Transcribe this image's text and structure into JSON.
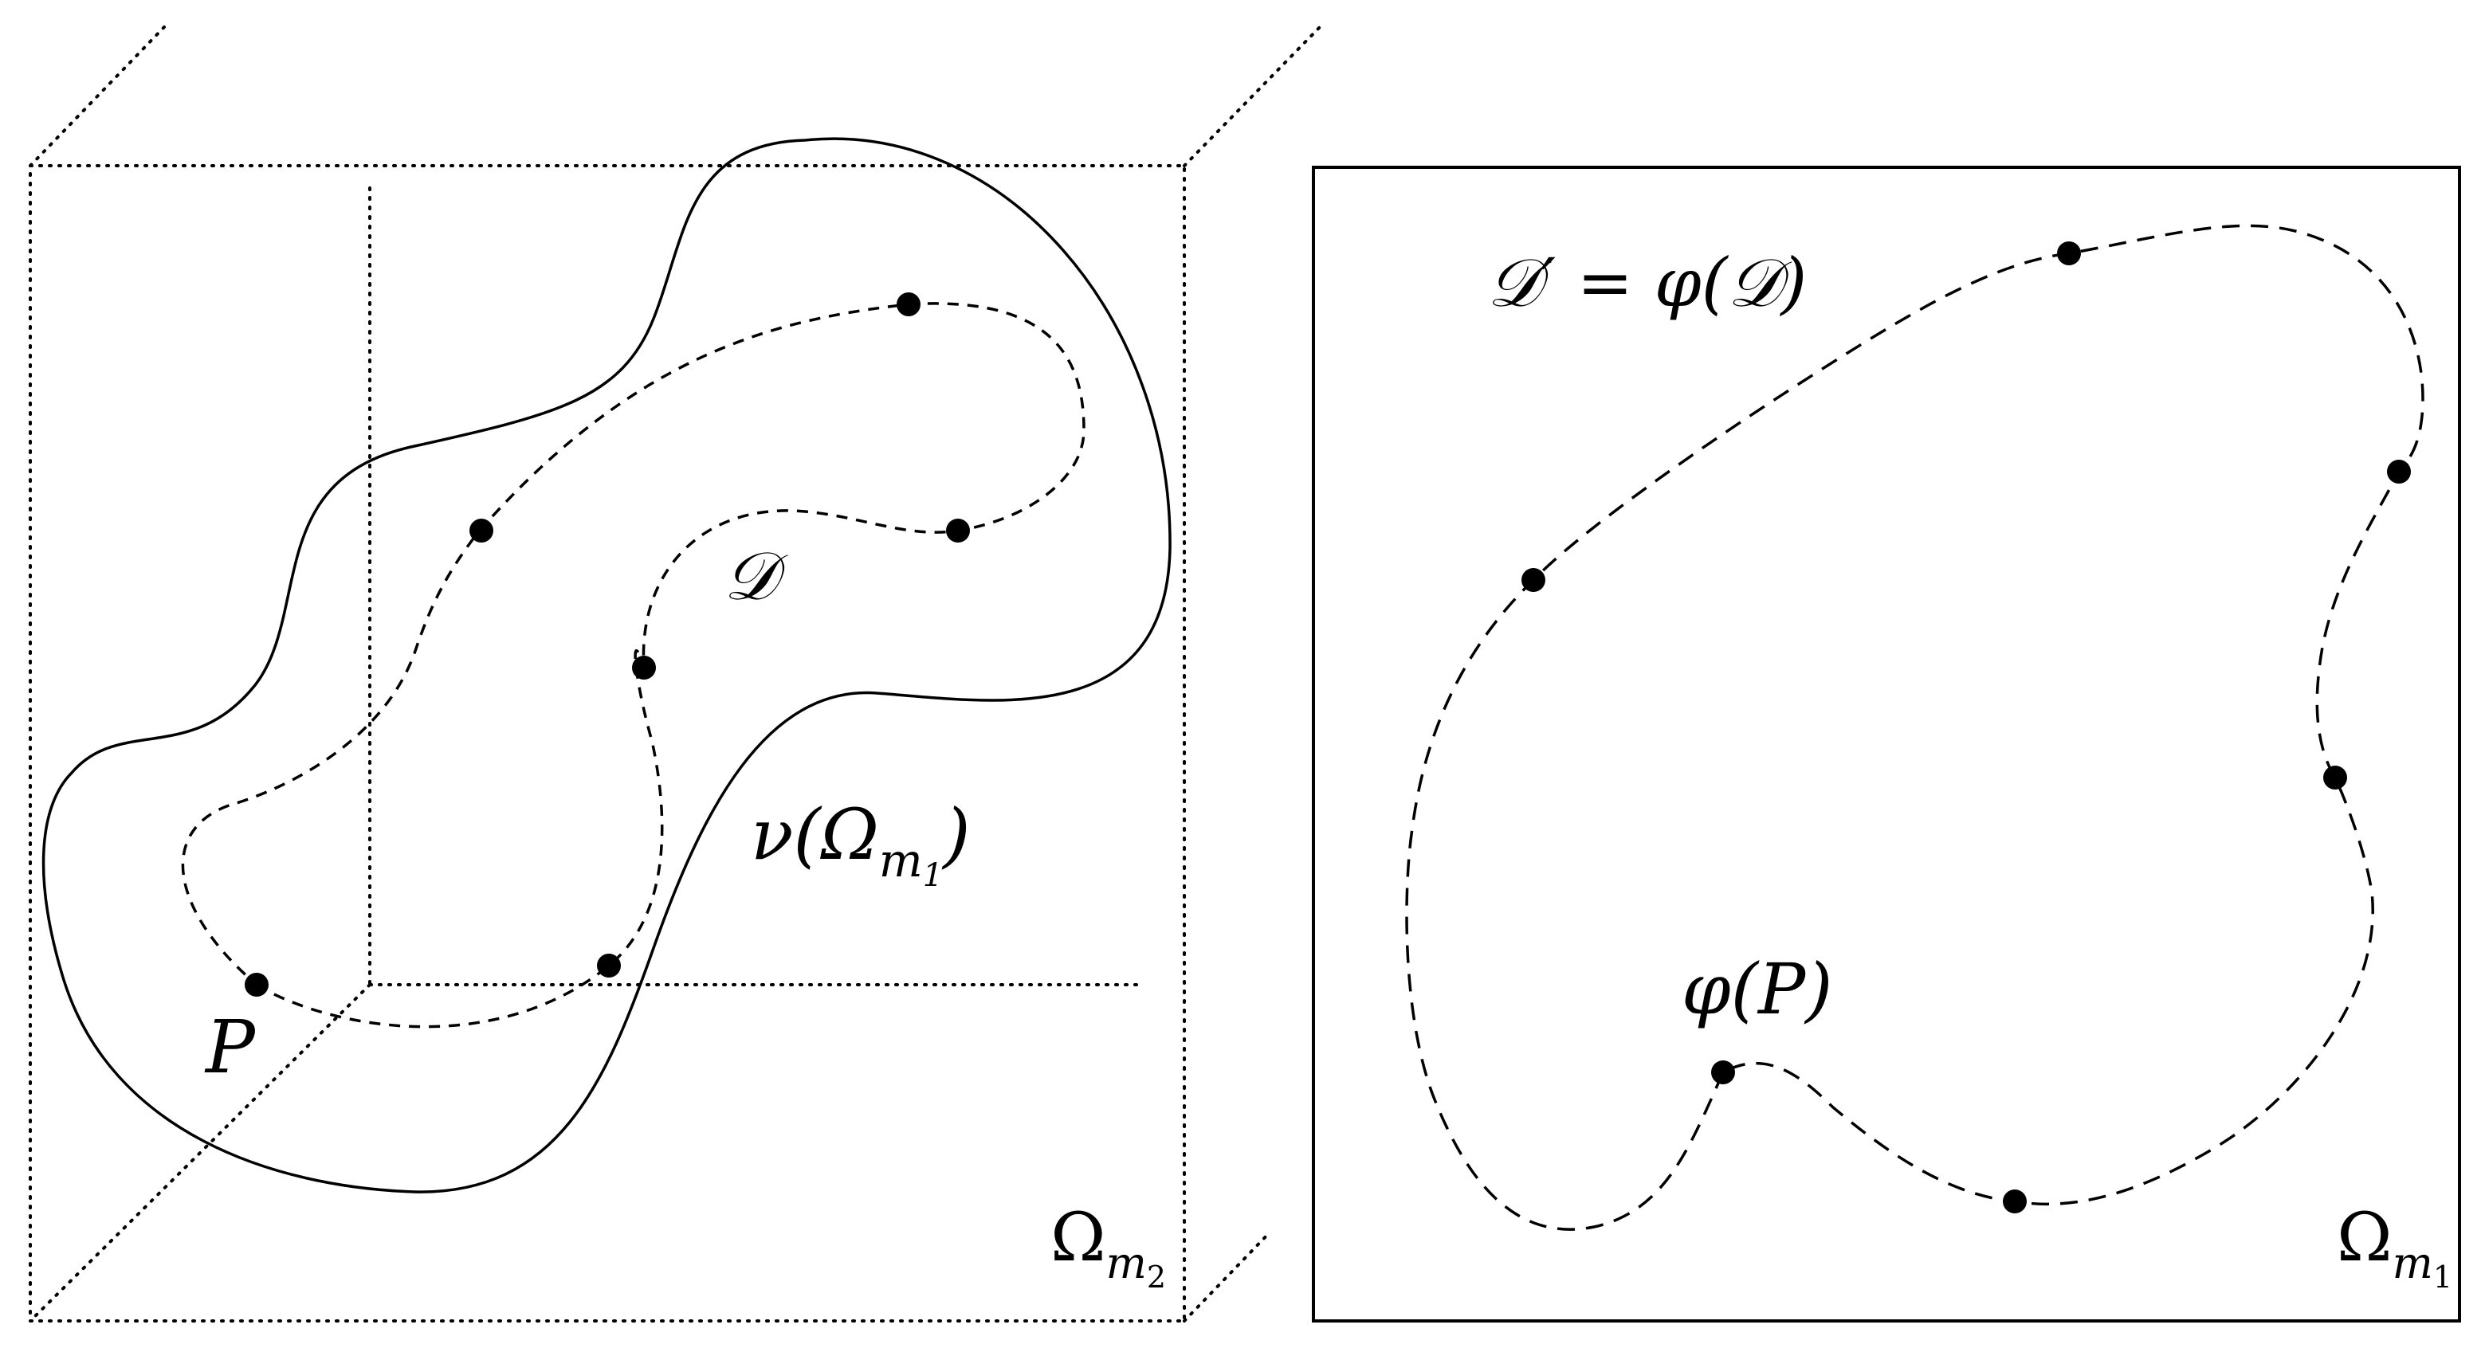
{
  "left_panel": {
    "curve_label": "𝒟",
    "surface_label": {
      "base": "ν(Ω",
      "sub": "m",
      "subsub": "1",
      "close": ")"
    },
    "point_label": "P",
    "domain_label": {
      "base": "Ω",
      "sub": "m",
      "subsub": "2"
    }
  },
  "right_panel": {
    "curve_label": "𝒟′ = φ(𝒟)",
    "point_label": "φ(P)",
    "domain_label": {
      "base": "Ω",
      "sub": "m",
      "subsub": "1"
    }
  },
  "colors": {
    "ink": "#000000",
    "background": "#ffffff"
  }
}
